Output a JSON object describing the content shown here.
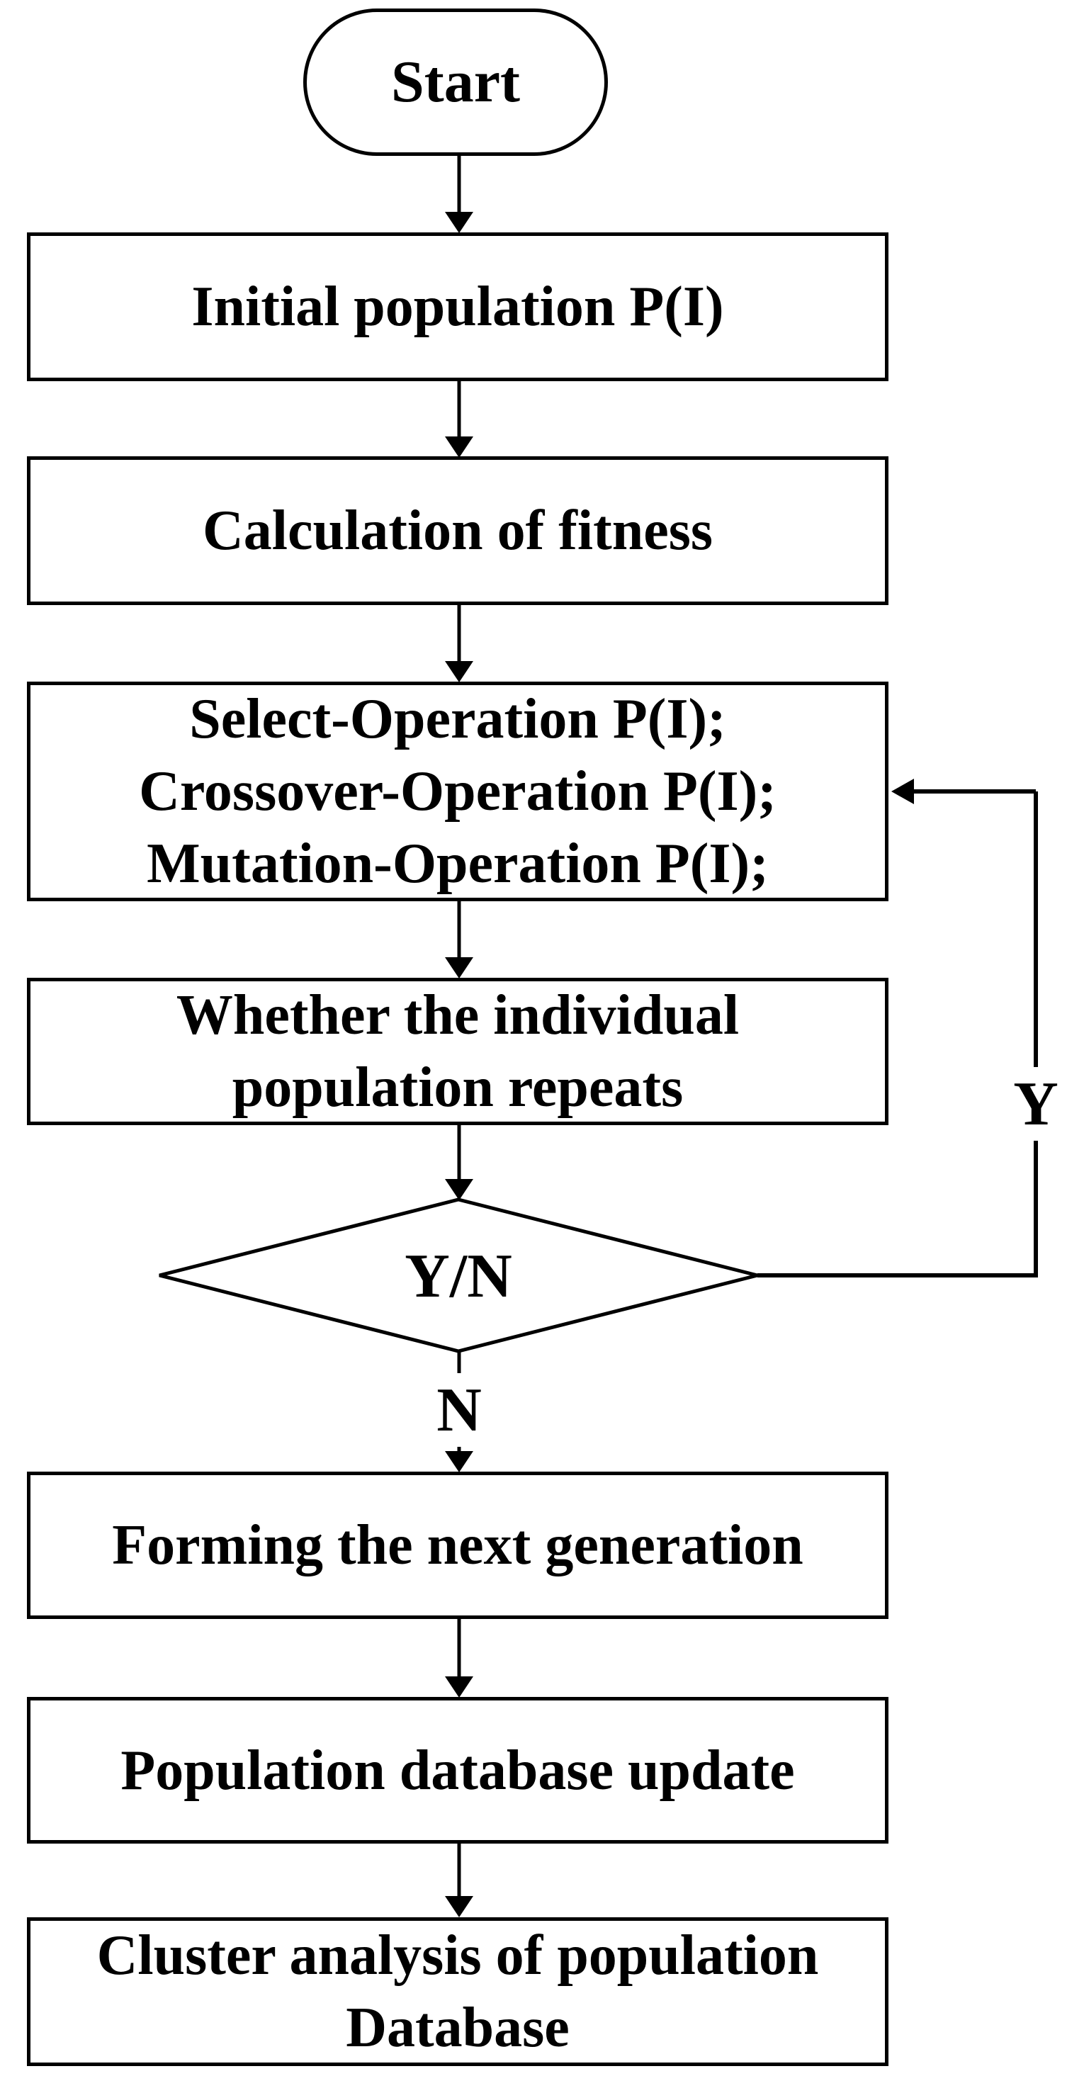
{
  "flowchart": {
    "title_semantic": "Genetic algorithm flowchart",
    "colors": {
      "ink": "#000000",
      "paper": "#ffffff"
    },
    "nodes": {
      "start": {
        "type": "terminator",
        "label": "Start"
      },
      "initial_population": {
        "type": "process",
        "label": "Initial population P(I)"
      },
      "calculation_fitness": {
        "type": "process",
        "label": "Calculation of fitness"
      },
      "genetic_operations": {
        "type": "process",
        "lines": [
          "Select-Operation P(I);",
          "Crossover-Operation P(I);",
          "Mutation-Operation P(I);"
        ]
      },
      "repeat_check": {
        "type": "process",
        "lines": [
          "Whether the individual",
          "population repeats"
        ]
      },
      "decision": {
        "type": "decision",
        "label": "Y/N"
      },
      "forming_next_generation": {
        "type": "process",
        "label": "Forming the next generation"
      },
      "population_database_update": {
        "type": "process",
        "label": "Population database update"
      },
      "cluster_analysis": {
        "type": "process",
        "lines": [
          "Cluster analysis of population",
          "Database"
        ]
      }
    },
    "edge_labels": {
      "yes": "Y",
      "no": "N"
    }
  }
}
